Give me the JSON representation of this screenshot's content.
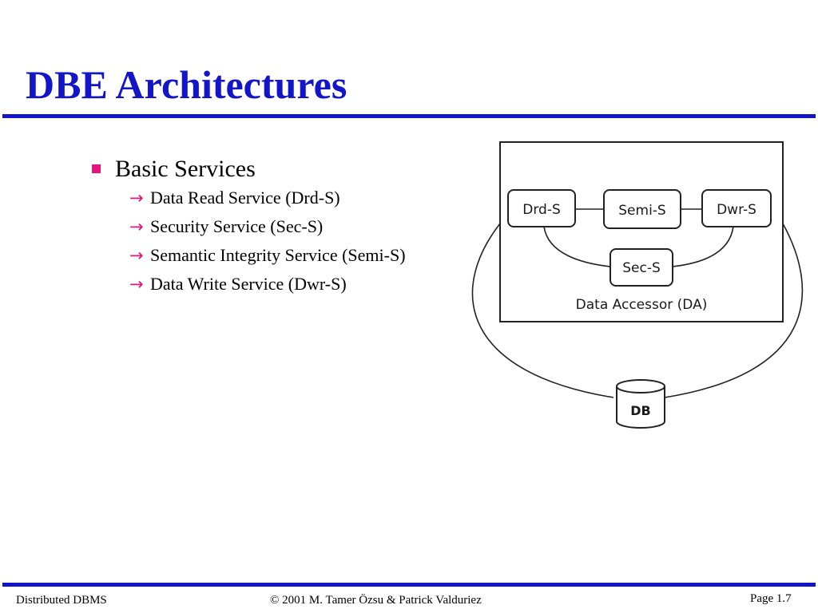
{
  "slide": {
    "title": "DBE Architectures"
  },
  "content": {
    "heading": "Basic Services",
    "items": [
      {
        "text": "Data Read Service (Drd-S)"
      },
      {
        "text": "Security Service (Sec-S)"
      },
      {
        "text": "Semantic Integrity Service (Semi-S)"
      },
      {
        "text": "Data Write Service (Dwr-S)"
      }
    ],
    "bullet_glyph": "■",
    "arrow_glyph": "→"
  },
  "diagram": {
    "nodes": {
      "drd": "Drd-S",
      "semi": "Semi-S",
      "dwr": "Dwr-S",
      "sec": "Sec-S",
      "db": "DB"
    },
    "container_label": "Data Accessor (DA)"
  },
  "footer": {
    "left": "Distributed DBMS",
    "center": "© 2001 M. Tamer Özsu & Patrick Valduriez",
    "right": "Page 1.7"
  },
  "colors": {
    "title": "#1414c8",
    "rule": "#1414c8",
    "bullet": "#e8147c"
  }
}
